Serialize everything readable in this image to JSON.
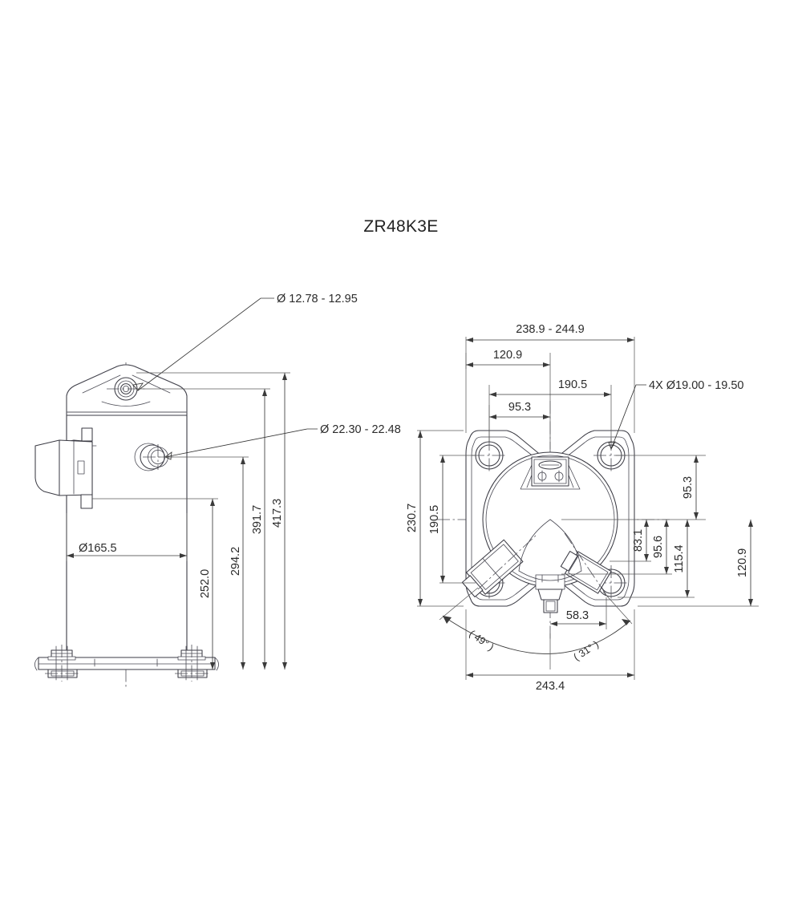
{
  "document": {
    "title": "ZR48K3E",
    "type": "engineering-dimension-drawing",
    "background_color": "#ffffff",
    "line_color": "#3b3b44",
    "text_color": "#2b2b2b"
  },
  "views": {
    "front": {
      "name": "front-elevation-view",
      "callouts": [
        {
          "id": "mount-hole",
          "label": "Ø 12.78 - 12.95"
        },
        {
          "id": "suction-port",
          "label": "Ø 22.30 - 22.48"
        }
      ],
      "dimensions": {
        "body_diameter": "Ø165.5",
        "height_to_terminal": "252.0",
        "height_to_suction": "294.2",
        "height_to_discharge": "391.7",
        "overall_height": "417.3"
      }
    },
    "bottom": {
      "name": "bottom-plan-view",
      "callouts": [
        {
          "id": "mounting-holes",
          "label": "4X Ø19.00 - 19.50"
        }
      ],
      "dimensions": {
        "overall_width": "238.9 - 244.9",
        "width_left_offset": "120.9",
        "bolt_span_horizontal": "190.5",
        "bolt_left_center": "95.3",
        "overall_depth": "230.7",
        "bolt_span_vertical": "190.5",
        "bolt_top_center": "95.3",
        "port_offset_a": "83.1",
        "port_offset_b": "95.6",
        "port_offset_c": "115.4",
        "depth_right_offset": "120.9",
        "port_center_offset": "58.3",
        "angle_left": "( 49° )",
        "angle_right": "( 31° )",
        "arc_dimension": "243.4"
      }
    }
  }
}
